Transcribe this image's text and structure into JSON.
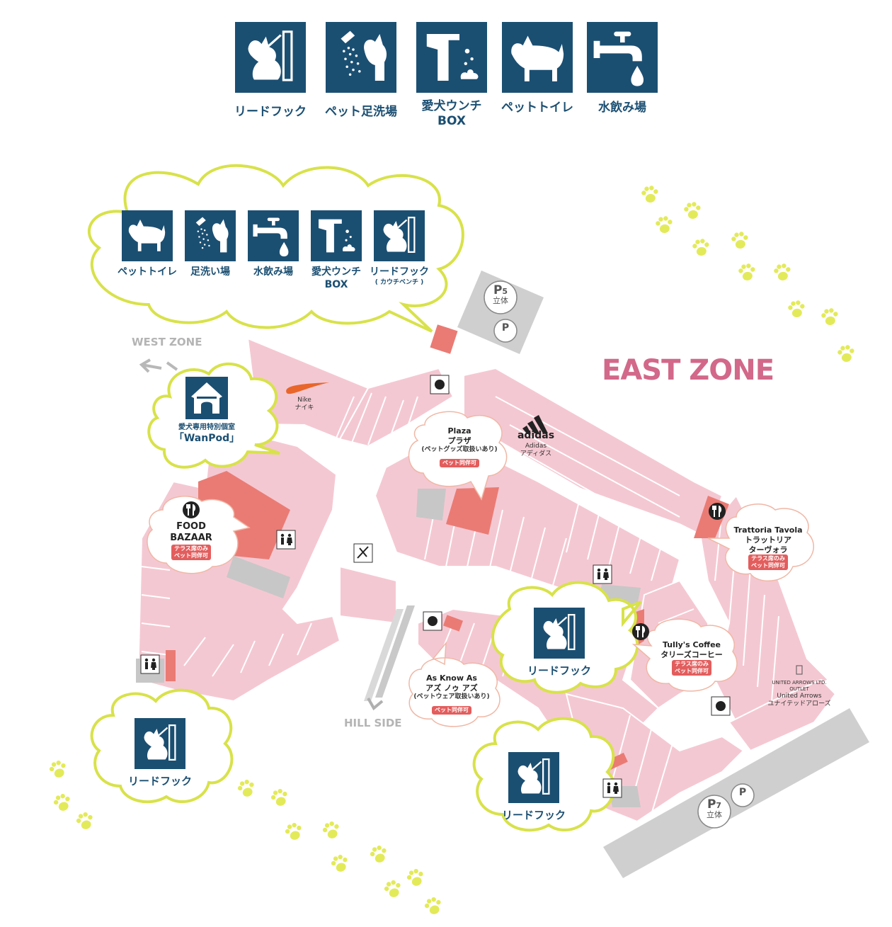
{
  "legend": {
    "items": [
      {
        "icon": "leash-hook-icon",
        "label": "リードフック"
      },
      {
        "icon": "pet-footwash-icon",
        "label": "ペット足洗場"
      },
      {
        "icon": "dog-waste-box-icon",
        "label": "愛犬ウンチ",
        "label2": "BOX"
      },
      {
        "icon": "pet-toilet-icon",
        "label": "ペットトイレ"
      },
      {
        "icon": "water-fountain-icon",
        "label": "水飲み場"
      }
    ]
  },
  "cloud_west": {
    "items": [
      {
        "icon": "pet-toilet-icon",
        "label": "ペットトイレ"
      },
      {
        "icon": "pet-footwash-icon",
        "label": "足洗い場"
      },
      {
        "icon": "water-fountain-icon",
        "label": "水飲み場"
      },
      {
        "icon": "dog-waste-box-icon",
        "label": "愛犬ウンチ",
        "label2": "BOX"
      },
      {
        "icon": "leash-hook-icon",
        "label": "リードフック",
        "label2": "( カウチベンチ )"
      }
    ]
  },
  "zones": {
    "west": "WEST ZONE",
    "east": "EAST ZONE",
    "hill": "HILL SIDE"
  },
  "parking": {
    "p5": {
      "letter": "P",
      "num": "5",
      "type": "立体"
    },
    "p7": {
      "letter": "P",
      "num": "7",
      "type": "立体"
    },
    "accessible": "P"
  },
  "shops": {
    "nike": {
      "name": "Nike",
      "kana": "ナイキ"
    },
    "adidas": {
      "logo": "adidas",
      "name": "Adidas",
      "kana": "アディダス"
    },
    "united": {
      "logo": "UNITED ARROWS LTD.",
      "sub": "OUTLET",
      "name": "United Arrows",
      "kana": "ユナイテッドアローズ"
    }
  },
  "bubbles": {
    "wanpod": {
      "line1": "愛犬専用特別個室",
      "line2": "「WanPod」"
    },
    "food": {
      "line1": "FOOD",
      "line2": "BAZAAR",
      "badge1": "テラス席のみ",
      "badge2": "ペット同伴可"
    },
    "plaza": {
      "line1": "Plaza",
      "line2": "プラザ",
      "line3": "(ペットグッズ取扱いあり)",
      "badge": "ペット同伴可"
    },
    "trattoria": {
      "line1": "Trattoria Tavola",
      "line2": "トラットリア",
      "line3": "ターヴォラ",
      "badge1": "テラス席のみ",
      "badge2": "ペット同伴可"
    },
    "tullys": {
      "line1": "Tully's Coffee",
      "line2": "タリーズコーヒー",
      "badge1": "テラス席のみ",
      "badge2": "ペット同伴可"
    },
    "asknow": {
      "line1": "As Know As",
      "line2": "アズ ノゥ アズ",
      "line3": "(ペットウェア取扱いあり)",
      "badge": "ペット同伴可"
    },
    "hook1": {
      "label": "リードフック"
    },
    "hook2": {
      "label": "リードフック"
    },
    "hook3": {
      "label": "リードフック"
    }
  },
  "colors": {
    "navy": "#1b4f72",
    "shop_pink": "#f4c8d2",
    "shop_red": "#ea7b74",
    "cloud_stroke": "#d8e24a",
    "paw": "#e3ea59",
    "gray": "#c7c7c7",
    "east_zone": "#d2688a"
  }
}
